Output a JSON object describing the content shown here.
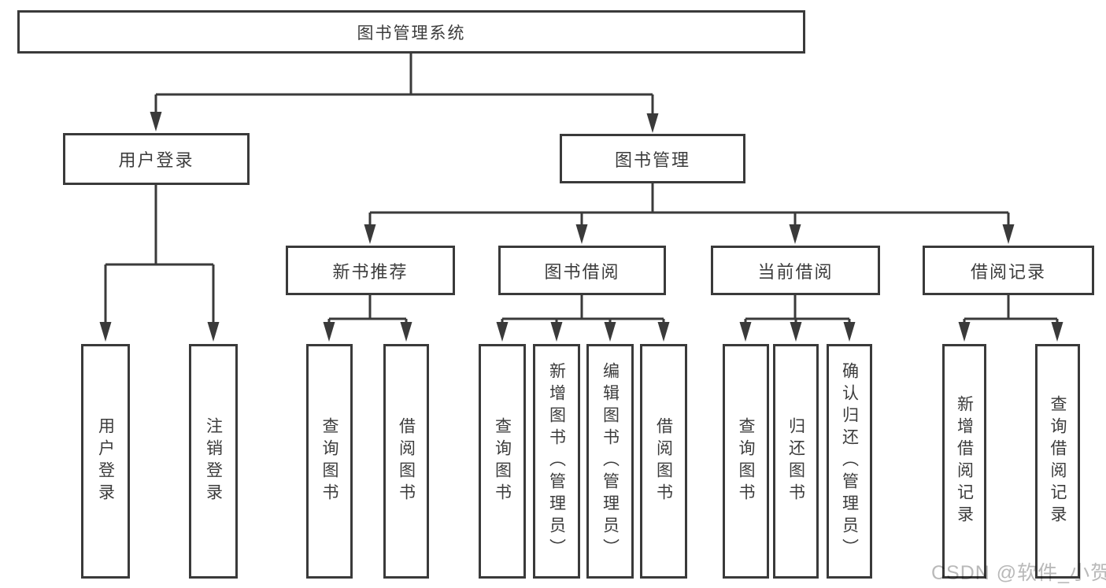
{
  "tree": {
    "label": "图书管理系统",
    "children": [
      {
        "label": "用户登录",
        "children": [
          {
            "label": "用户登录"
          },
          {
            "label": "注销登录"
          }
        ]
      },
      {
        "label": "图书管理",
        "children": [
          {
            "label": "新书推荐",
            "children": [
              {
                "label": "查询图书"
              },
              {
                "label": "借阅图书"
              }
            ]
          },
          {
            "label": "图书借阅",
            "children": [
              {
                "label": "查询图书"
              },
              {
                "label": "新增图书（管理员）"
              },
              {
                "label": "编辑图书（管理员）"
              },
              {
                "label": "借阅图书"
              }
            ]
          },
          {
            "label": "当前借阅",
            "children": [
              {
                "label": "查询图书"
              },
              {
                "label": "归还图书"
              },
              {
                "label": "确认归还（管理员）"
              }
            ]
          },
          {
            "label": "借阅记录",
            "children": [
              {
                "label": "新增借阅记录"
              },
              {
                "label": "查询借阅记录"
              }
            ]
          }
        ]
      }
    ]
  },
  "watermark": {
    "text": "CSDN @软件_小贺同学"
  },
  "colors": {
    "line": "#3a3a3a",
    "box_border": "#3a3a3a",
    "text": "#3c3c3c",
    "watermark": "#b9b9b9",
    "background": "#ffffff"
  }
}
